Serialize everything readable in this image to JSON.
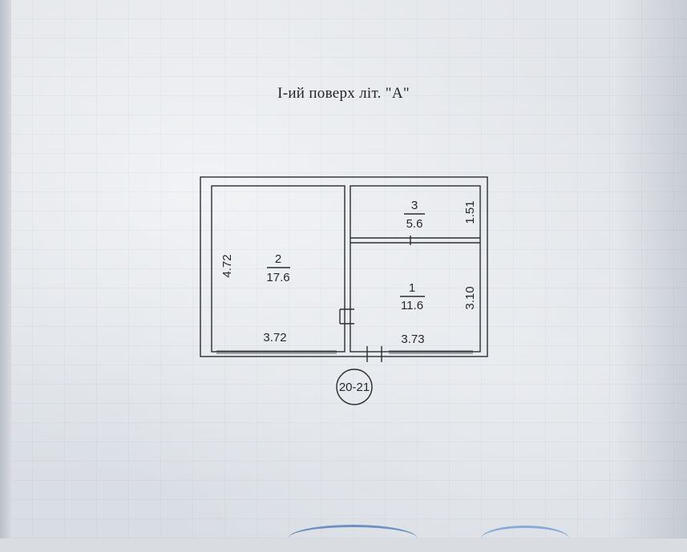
{
  "title": "I-ий поверх літ. \"А\"",
  "rooms": [
    {
      "number": "2",
      "area": "17.6",
      "height_dim": "4.72",
      "width_dim": "3.72"
    },
    {
      "number": "3",
      "area": "5.6",
      "height_dim": "1.51"
    },
    {
      "number": "1",
      "area": "11.6",
      "height_dim": "3.10",
      "width_dim": "3.73"
    }
  ],
  "address_marker": "20-21",
  "colors": {
    "line": "#2a2d31",
    "stamp": "#3f6fb3"
  }
}
